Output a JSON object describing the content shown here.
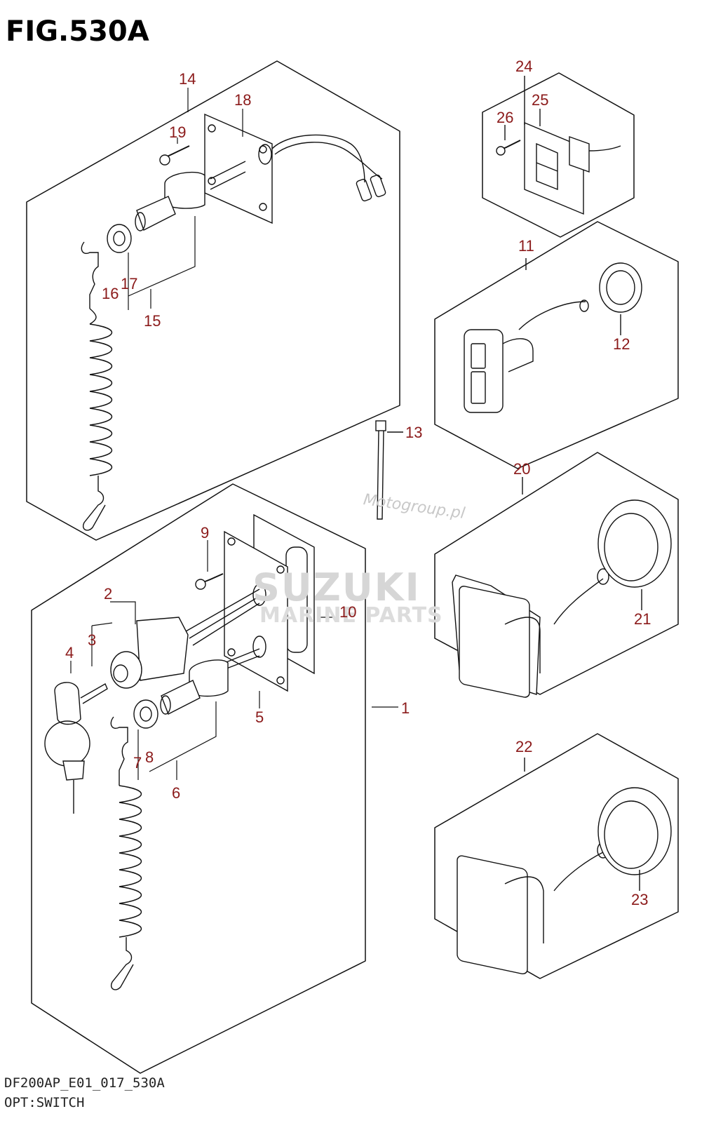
{
  "figure": {
    "title": "FIG.530A",
    "footer_code": "DF200AP_E01_017_530A",
    "footer_name": "OPT:SWITCH"
  },
  "watermarks": {
    "brand": "SUZUKI",
    "sub": "MARINE PARTS",
    "site": "Motogroup.pl"
  },
  "callouts": [
    {
      "id": "c1",
      "label": "1"
    },
    {
      "id": "c2",
      "label": "2"
    },
    {
      "id": "c3",
      "label": "3"
    },
    {
      "id": "c4",
      "label": "4"
    },
    {
      "id": "c5",
      "label": "5"
    },
    {
      "id": "c6",
      "label": "6"
    },
    {
      "id": "c7",
      "label": "7"
    },
    {
      "id": "c8",
      "label": "8"
    },
    {
      "id": "c9",
      "label": "9"
    },
    {
      "id": "c10",
      "label": "10"
    },
    {
      "id": "c11",
      "label": "11"
    },
    {
      "id": "c12",
      "label": "12"
    },
    {
      "id": "c13",
      "label": "13"
    },
    {
      "id": "c14",
      "label": "14"
    },
    {
      "id": "c15",
      "label": "15"
    },
    {
      "id": "c16",
      "label": "16"
    },
    {
      "id": "c17",
      "label": "17"
    },
    {
      "id": "c18",
      "label": "18"
    },
    {
      "id": "c19",
      "label": "19"
    },
    {
      "id": "c20",
      "label": "20"
    },
    {
      "id": "c21",
      "label": "21"
    },
    {
      "id": "c22",
      "label": "22"
    },
    {
      "id": "c23",
      "label": "23"
    },
    {
      "id": "c24",
      "label": "24"
    },
    {
      "id": "c25",
      "label": "25"
    },
    {
      "id": "c26",
      "label": "26"
    }
  ],
  "colors": {
    "callout": "#8b1a1a",
    "line": "#111111"
  }
}
